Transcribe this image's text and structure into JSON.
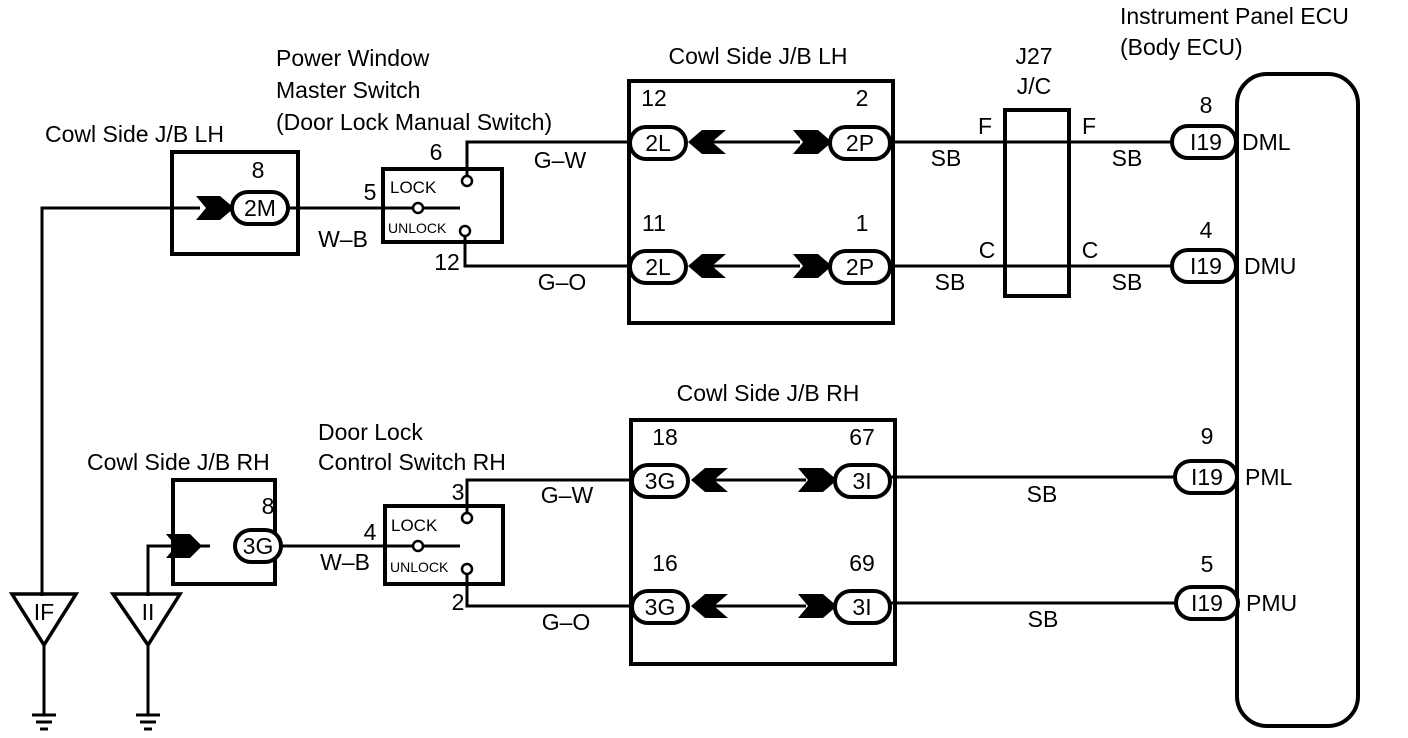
{
  "components": {
    "jb_lh_left": {
      "title": "Cowl Side J/B LH",
      "pin": "8",
      "connector": "2M"
    },
    "pw_master": {
      "title_lines": [
        "Power Window",
        "Master Switch",
        "(Door Lock Manual Switch)"
      ],
      "pin_in": "5",
      "pin_lock": "6",
      "pin_unlock": "12",
      "lock_label": "LOCK",
      "unlock_label": "UNLOCK"
    },
    "jb_lh_mid": {
      "title": "Cowl Side J/B LH",
      "rows": [
        {
          "left_pin": "12",
          "left_conn": "2L",
          "right_pin": "2",
          "right_conn": "2P"
        },
        {
          "left_pin": "11",
          "left_conn": "2L",
          "right_pin": "1",
          "right_conn": "2P"
        }
      ]
    },
    "jc": {
      "title_lines": [
        "J27",
        "J/C"
      ],
      "pins": [
        {
          "left": "F",
          "right": "F"
        },
        {
          "left": "C",
          "right": "C"
        }
      ]
    },
    "ecu": {
      "title_lines": [
        "Instrument Panel ECU",
        "(Body ECU)"
      ],
      "terminals": [
        {
          "pin": "8",
          "conn": "I19",
          "name": "DML"
        },
        {
          "pin": "4",
          "conn": "I19",
          "name": "DMU"
        },
        {
          "pin": "9",
          "conn": "I19",
          "name": "PML"
        },
        {
          "pin": "5",
          "conn": "I19",
          "name": "PMU"
        }
      ]
    },
    "jb_rh_left": {
      "title": "Cowl Side J/B RH",
      "pin": "8",
      "connector": "3G"
    },
    "dl_rh": {
      "title_lines": [
        "Door Lock",
        "Control Switch RH"
      ],
      "pin_in": "4",
      "pin_lock": "3",
      "pin_unlock": "2",
      "lock_label": "LOCK",
      "unlock_label": "UNLOCK"
    },
    "jb_rh_mid": {
      "title": "Cowl Side J/B RH",
      "rows": [
        {
          "left_pin": "18",
          "left_conn": "3G",
          "right_pin": "67",
          "right_conn": "3I"
        },
        {
          "left_pin": "16",
          "left_conn": "3G",
          "right_pin": "69",
          "right_conn": "3I"
        }
      ]
    },
    "grounds": [
      {
        "label": "IF"
      },
      {
        "label": "II"
      }
    ]
  },
  "wires": {
    "wb_top": "W–B",
    "gw_top": "G–W",
    "go_top": "G–O",
    "sb_top1": "SB",
    "sb_top2": "SB",
    "sb_top3": "SB",
    "sb_top4": "SB",
    "wb_bot": "W–B",
    "gw_bot": "G–W",
    "go_bot": "G–O",
    "sb_bot1": "SB",
    "sb_bot2": "SB"
  }
}
